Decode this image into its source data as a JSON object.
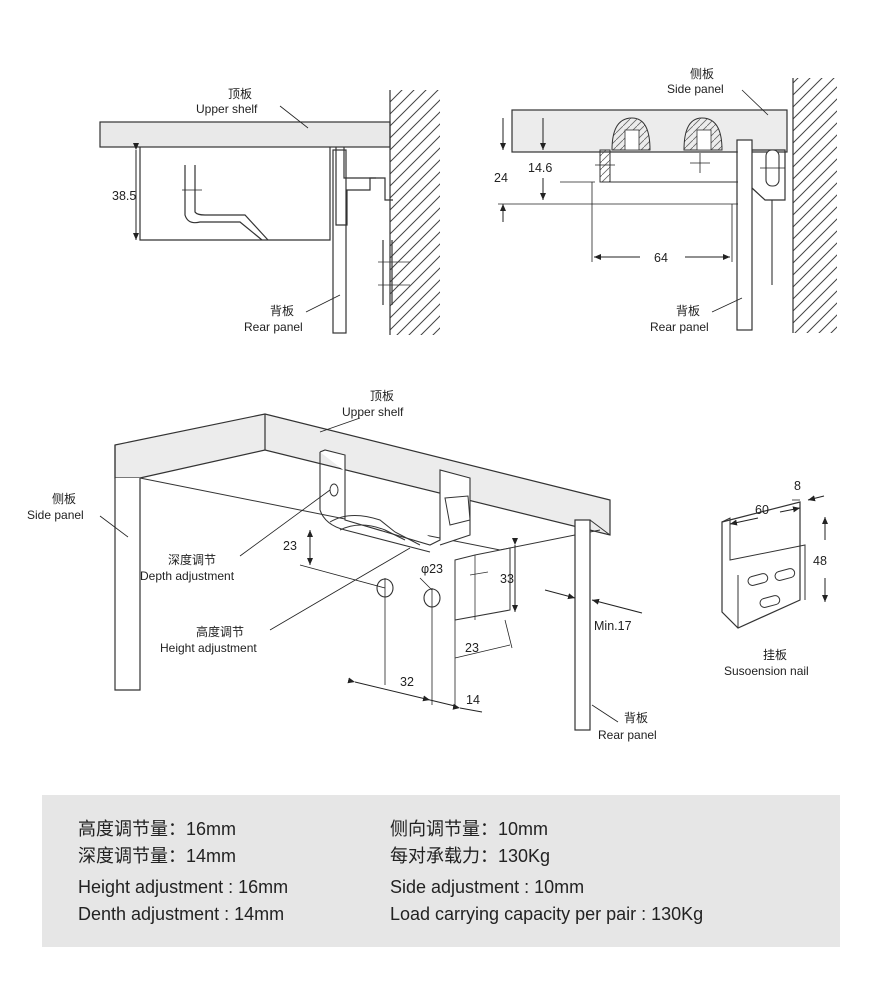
{
  "labels": {
    "upper_shelf_cn": "顶板",
    "upper_shelf_en": "Upper shelf",
    "side_panel_cn": "侧板",
    "side_panel_en": "Side panel",
    "rear_panel_cn": "背板",
    "rear_panel_en": "Rear panel",
    "depth_adj_cn": "深度调节",
    "depth_adj_en": "Depth adjustment",
    "height_adj_cn": "高度调节",
    "height_adj_en": "Height adjustment",
    "suspension_nail_cn": "挂板",
    "suspension_nail_en": "Susoension nail"
  },
  "dimensions": {
    "d38_5": "38.5",
    "d14_6": "14.6",
    "d24": "24",
    "d64": "64",
    "d23_top": "23",
    "d_phi23": "φ23",
    "d33": "33",
    "d23_bottom": "23",
    "d32": "32",
    "d14": "14",
    "d_min17": "Min.17",
    "d60": "60",
    "d8": "8",
    "d48": "48"
  },
  "specs": {
    "height_cn": "高度调节量：16mm",
    "depth_cn": "深度调节量：14mm",
    "side_cn": "侧向调节量：10mm",
    "load_cn": "每对承载力：130Kg",
    "height_en": "Height adjustment : 16mm",
    "depth_en": "Denth adjustment : 14mm",
    "side_en": "Side adjustment : 10mm",
    "load_en": "Load carrying capacity per pair : 130Kg"
  }
}
